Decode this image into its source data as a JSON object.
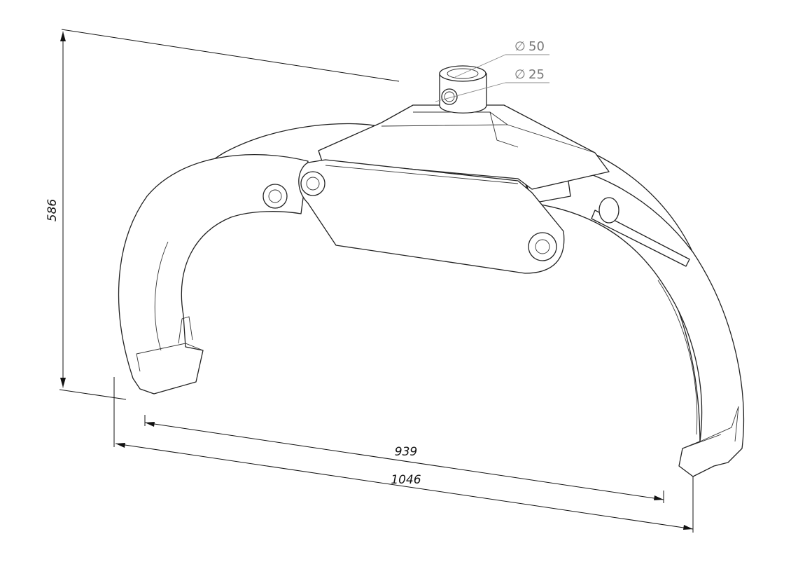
{
  "drawing": {
    "dimensions": {
      "height": "586",
      "inner_width": "939",
      "outer_width": "1046",
      "outer_diameter": "50",
      "pin_diameter": "25",
      "diameter_symbol": "∅"
    }
  }
}
